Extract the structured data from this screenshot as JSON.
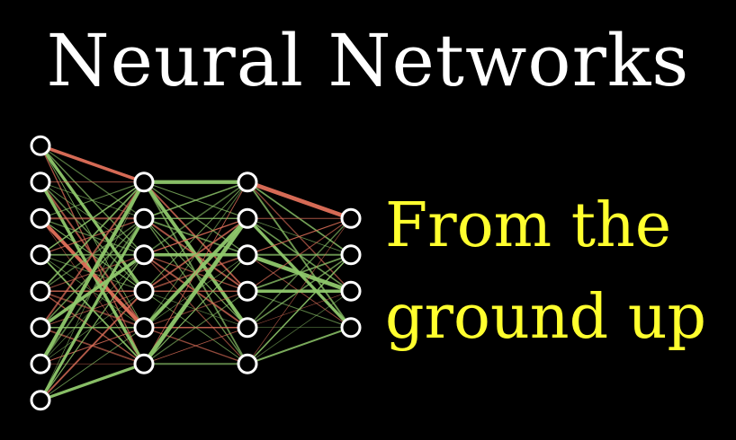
{
  "title": "Neural Networks",
  "subtitle_line1": "From the",
  "subtitle_line2": "ground up",
  "colors": {
    "background": "#000000",
    "title": "#ffffff",
    "subtitle": "#ffff2e",
    "positive_weight": "#8fc86b",
    "negative_weight": "#e0705a",
    "neuron_stroke": "#ffffff"
  },
  "network": {
    "layer_sizes": [
      8,
      6,
      6,
      4
    ],
    "emphasized_weights": [
      {
        "layer": 0,
        "from": 0,
        "to": 3,
        "sign": "positive"
      },
      {
        "layer": 0,
        "from": 2,
        "to": 4,
        "sign": "negative"
      },
      {
        "layer": 0,
        "from": 7,
        "to": 1,
        "sign": "positive"
      },
      {
        "layer": 0,
        "from": 6,
        "to": 0,
        "sign": "positive"
      },
      {
        "layer": 0,
        "from": 5,
        "to": 2,
        "sign": "positive"
      },
      {
        "layer": 0,
        "from": 0,
        "to": 0,
        "sign": "negative"
      },
      {
        "layer": 0,
        "from": 7,
        "to": 5,
        "sign": "positive"
      },
      {
        "layer": 0,
        "from": 1,
        "to": 5,
        "sign": "positive"
      },
      {
        "layer": 1,
        "from": 0,
        "to": 0,
        "sign": "positive"
      },
      {
        "layer": 1,
        "from": 5,
        "to": 1,
        "sign": "positive"
      },
      {
        "layer": 1,
        "from": 0,
        "to": 4,
        "sign": "positive"
      },
      {
        "layer": 1,
        "from": 4,
        "to": 1,
        "sign": "positive"
      },
      {
        "layer": 1,
        "from": 2,
        "to": 2,
        "sign": "positive"
      },
      {
        "layer": 2,
        "from": 1,
        "to": 3,
        "sign": "positive"
      },
      {
        "layer": 2,
        "from": 0,
        "to": 0,
        "sign": "negative"
      },
      {
        "layer": 2,
        "from": 2,
        "to": 2,
        "sign": "positive"
      },
      {
        "layer": 2,
        "from": 3,
        "to": 2,
        "sign": "positive"
      }
    ]
  }
}
